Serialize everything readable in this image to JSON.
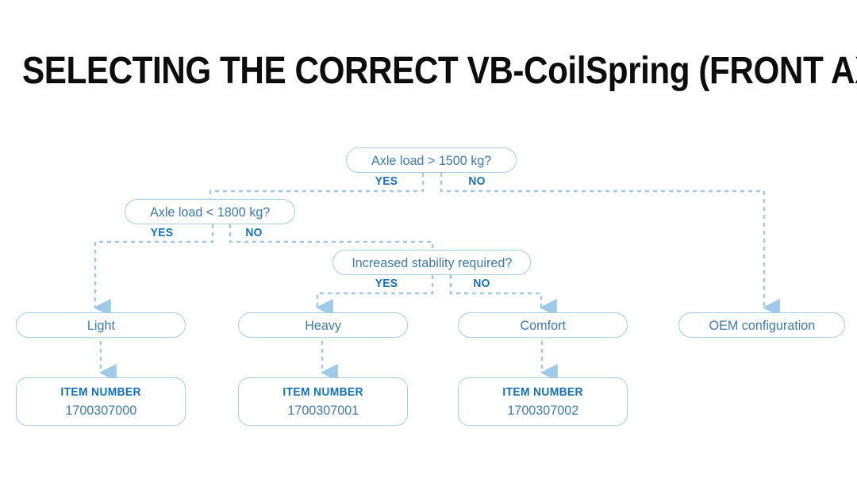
{
  "page": {
    "title": "SELECTING THE CORRECT VB-CoilSpring (FRONT AXLE)",
    "background": "#ffffff"
  },
  "colors": {
    "title_text": "#0d0d0d",
    "node_border": "#a8cbe8",
    "node_text": "#3d7ab0",
    "branch_label": "#1470bb",
    "item_caption": "#1470bb",
    "item_value": "#3d7ab0",
    "connector": "#9ec9e8",
    "arrow": "#9ec9e8"
  },
  "chart_data": {
    "type": "diagram",
    "title": "SELECTING THE CORRECT VB-CoilSpring (FRONT AXLE)",
    "nodes": [
      {
        "id": "q1",
        "kind": "decision",
        "label": "Axle load > 1500 kg?"
      },
      {
        "id": "q2",
        "kind": "decision",
        "label": "Axle load < 1800 kg?"
      },
      {
        "id": "q3",
        "kind": "decision",
        "label": "Increased stability required?"
      },
      {
        "id": "light",
        "kind": "result",
        "label": "Light"
      },
      {
        "id": "heavy",
        "kind": "result",
        "label": "Heavy"
      },
      {
        "id": "comfort",
        "kind": "result",
        "label": "Comfort"
      },
      {
        "id": "oem",
        "kind": "result",
        "label": "OEM configuration"
      },
      {
        "id": "item0",
        "kind": "item",
        "caption": "ITEM NUMBER",
        "value": "1700307000"
      },
      {
        "id": "item1",
        "kind": "item",
        "caption": "ITEM NUMBER",
        "value": "1700307001"
      },
      {
        "id": "item2",
        "kind": "item",
        "caption": "ITEM NUMBER",
        "value": "1700307002"
      }
    ],
    "edges": [
      {
        "from": "q1",
        "to": "q2",
        "label": "YES"
      },
      {
        "from": "q1",
        "to": "oem",
        "label": "NO"
      },
      {
        "from": "q2",
        "to": "light",
        "label": "YES"
      },
      {
        "from": "q2",
        "to": "q3",
        "label": "NO"
      },
      {
        "from": "q3",
        "to": "heavy",
        "label": "YES"
      },
      {
        "from": "q3",
        "to": "comfort",
        "label": "NO"
      },
      {
        "from": "light",
        "to": "item0",
        "label": ""
      },
      {
        "from": "heavy",
        "to": "item1",
        "label": ""
      },
      {
        "from": "comfort",
        "to": "item2",
        "label": ""
      }
    ]
  },
  "decisions": {
    "q1": {
      "label": "Axle load > 1500 kg?",
      "yes": "YES",
      "no": "NO"
    },
    "q2": {
      "label": "Axle load < 1800 kg?",
      "yes": "YES",
      "no": "NO"
    },
    "q3": {
      "label": "Increased stability required?",
      "yes": "YES",
      "no": "NO"
    }
  },
  "results": {
    "light": "Light",
    "heavy": "Heavy",
    "comfort": "Comfort",
    "oem": "OEM configuration"
  },
  "items": {
    "light": {
      "caption": "ITEM NUMBER",
      "value": "1700307000"
    },
    "heavy": {
      "caption": "ITEM NUMBER",
      "value": "1700307001"
    },
    "comfort": {
      "caption": "ITEM NUMBER",
      "value": "1700307002"
    }
  }
}
